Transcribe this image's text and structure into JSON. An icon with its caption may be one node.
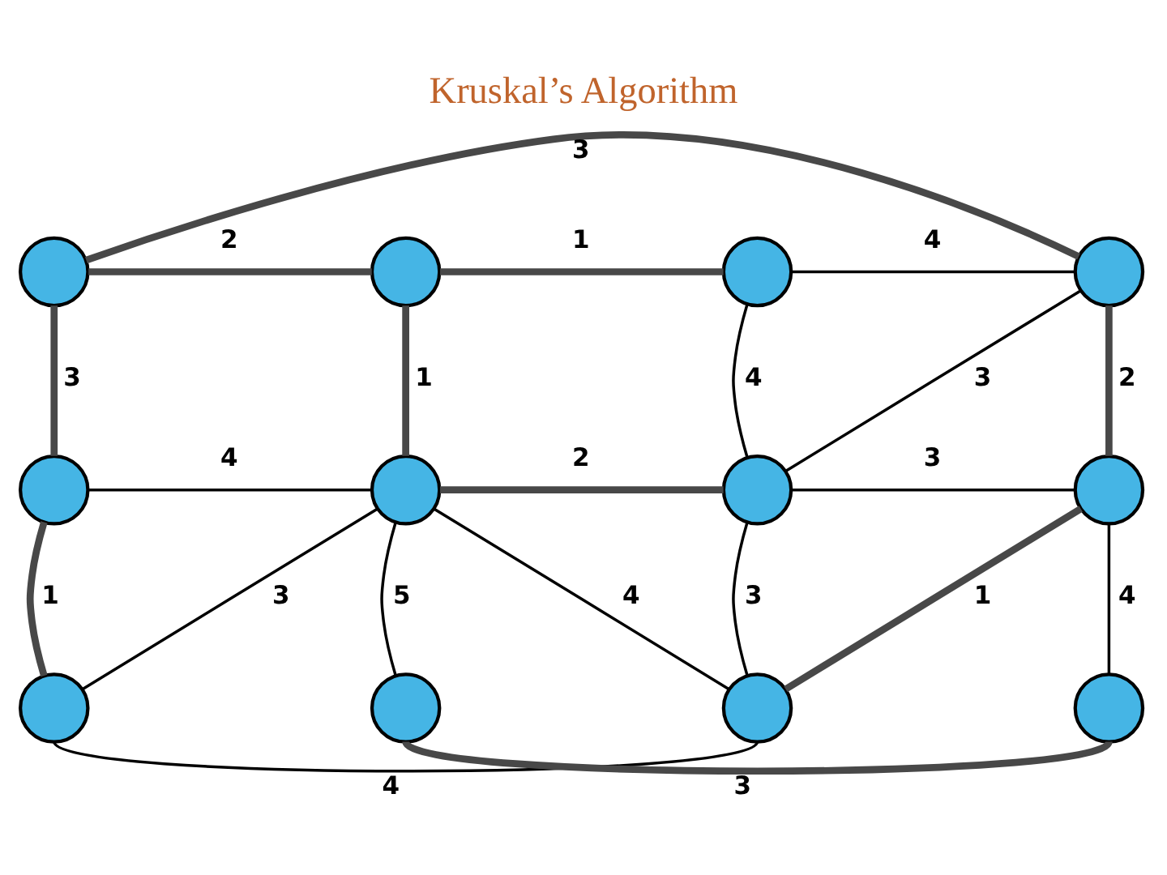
{
  "diagram": {
    "title": "Kruskal’s Algorithm",
    "nodes": [
      {
        "text": [],
        "shape": "circle"
      },
      {
        "text": [],
        "shape": "circle"
      },
      {
        "text": [],
        "shape": "circle"
      },
      {
        "text": [],
        "shape": "circle"
      },
      {
        "text": [],
        "shape": "circle"
      },
      {
        "text": [],
        "shape": "circle"
      },
      {
        "text": [],
        "shape": "circle"
      },
      {
        "text": [],
        "shape": "circle"
      },
      {
        "text": [],
        "shape": "circle"
      },
      {
        "text": [],
        "shape": "circle"
      },
      {
        "text": [],
        "shape": "circle"
      },
      {
        "text": [],
        "shape": "circle"
      }
    ],
    "edges": [
      {
        "from": 0,
        "to": 3,
        "label": "3",
        "arrow": "none",
        "style": "thick",
        "color": "#484848"
      },
      {
        "from": 0,
        "to": 1,
        "label": "2",
        "arrow": "none",
        "style": "thick",
        "color": "#484848"
      },
      {
        "from": 1,
        "to": 2,
        "label": "1",
        "arrow": "none",
        "style": "thick",
        "color": "#484848"
      },
      {
        "from": 2,
        "to": 3,
        "label": "4",
        "arrow": "none"
      },
      {
        "from": 0,
        "to": 4,
        "label": "3",
        "arrow": "none",
        "style": "thick",
        "color": "#484848"
      },
      {
        "from": 1,
        "to": 5,
        "label": "1",
        "arrow": "none",
        "style": "thick",
        "color": "#484848"
      },
      {
        "from": 2,
        "to": 6,
        "label": "4",
        "arrow": "none"
      },
      {
        "from": 3,
        "to": 6,
        "label": "3",
        "arrow": "none"
      },
      {
        "from": 3,
        "to": 7,
        "label": "2",
        "arrow": "none",
        "style": "thick",
        "color": "#484848"
      },
      {
        "from": 4,
        "to": 5,
        "label": "4",
        "arrow": "none"
      },
      {
        "from": 5,
        "to": 6,
        "label": "2",
        "arrow": "none",
        "style": "thick",
        "color": "#484848"
      },
      {
        "from": 6,
        "to": 7,
        "label": "3",
        "arrow": "none"
      },
      {
        "from": 4,
        "to": 8,
        "label": "1",
        "arrow": "none",
        "style": "thick",
        "color": "#484848"
      },
      {
        "from": 5,
        "to": 8,
        "label": "3",
        "arrow": "none"
      },
      {
        "from": 5,
        "to": 9,
        "label": "5",
        "arrow": "none"
      },
      {
        "from": 5,
        "to": 10,
        "label": "4",
        "arrow": "none"
      },
      {
        "from": 6,
        "to": 10,
        "label": "3",
        "arrow": "none"
      },
      {
        "from": 7,
        "to": 10,
        "label": "1",
        "arrow": "none",
        "style": "thick",
        "color": "#484848"
      },
      {
        "from": 7,
        "to": 11,
        "label": "4",
        "arrow": "none"
      },
      {
        "from": 8,
        "to": 10,
        "label": "4",
        "arrow": "none"
      },
      {
        "from": 9,
        "to": 11,
        "label": "3",
        "arrow": "none",
        "style": "thick",
        "color": "#484848"
      }
    ]
  }
}
